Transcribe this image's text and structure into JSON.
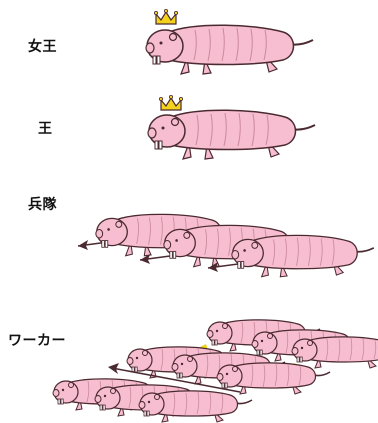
{
  "labels": {
    "queen": "女王",
    "king": "王",
    "soldier": "兵隊",
    "worker": "ワーカー"
  },
  "colors": {
    "body": "#f7bdd0",
    "outline": "#4a2a30",
    "crown": "#f3d21b",
    "tongue": "#ffe55a"
  },
  "icons": {
    "crown": "crown-icon",
    "arrow": "left-arrow-icon"
  }
}
